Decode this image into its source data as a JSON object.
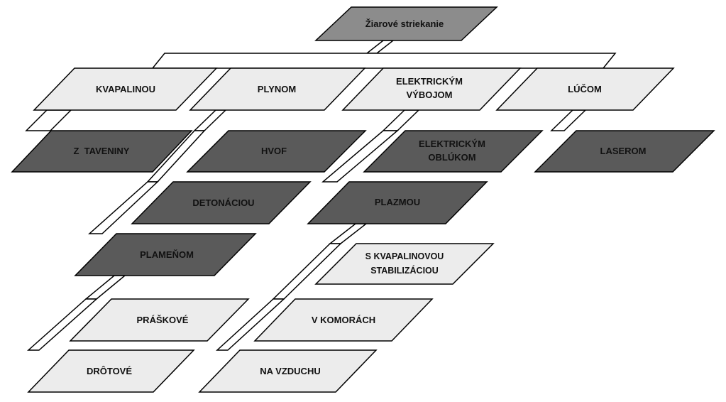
{
  "root": {
    "label": "Žiarové striekanie"
  },
  "level1": {
    "kvapalinou": "KVAPALINOU",
    "plynom": "PLYNOM",
    "elektrickym_vybojom": [
      "ELEKTRICKÝM",
      "VÝBOJOM"
    ],
    "lucom": "LÚČOM"
  },
  "level2": {
    "z_taveniny": "Z  TAVENINY",
    "hvof": "HVOF",
    "detonaciou": "DETONÁCIOU",
    "plamenom": "PLAMEŇOM",
    "elektrickym_oblukom": [
      "ELEKTRICKÝM",
      "OBLÚKOM"
    ],
    "plazmou": "PLAZMOU",
    "laserom": "LASEROM"
  },
  "level3": {
    "praskove": "PRÁŠKOVÉ",
    "drotove": "DRÔTOVÉ",
    "s_kvapalinovou_stabilizaciou": [
      "S KVAPALINOVOU",
      "STABILIZÁCIOU"
    ],
    "v_komorach": "V KOMORÁCH",
    "na_vzduchu": "NA VZDUCHU"
  },
  "colors": {
    "root_fill": "#8c8c8c",
    "level1_fill": "#ececec",
    "level2_fill": "#5a5a5a",
    "level3_fill": "#ececec",
    "border": "#000000"
  }
}
